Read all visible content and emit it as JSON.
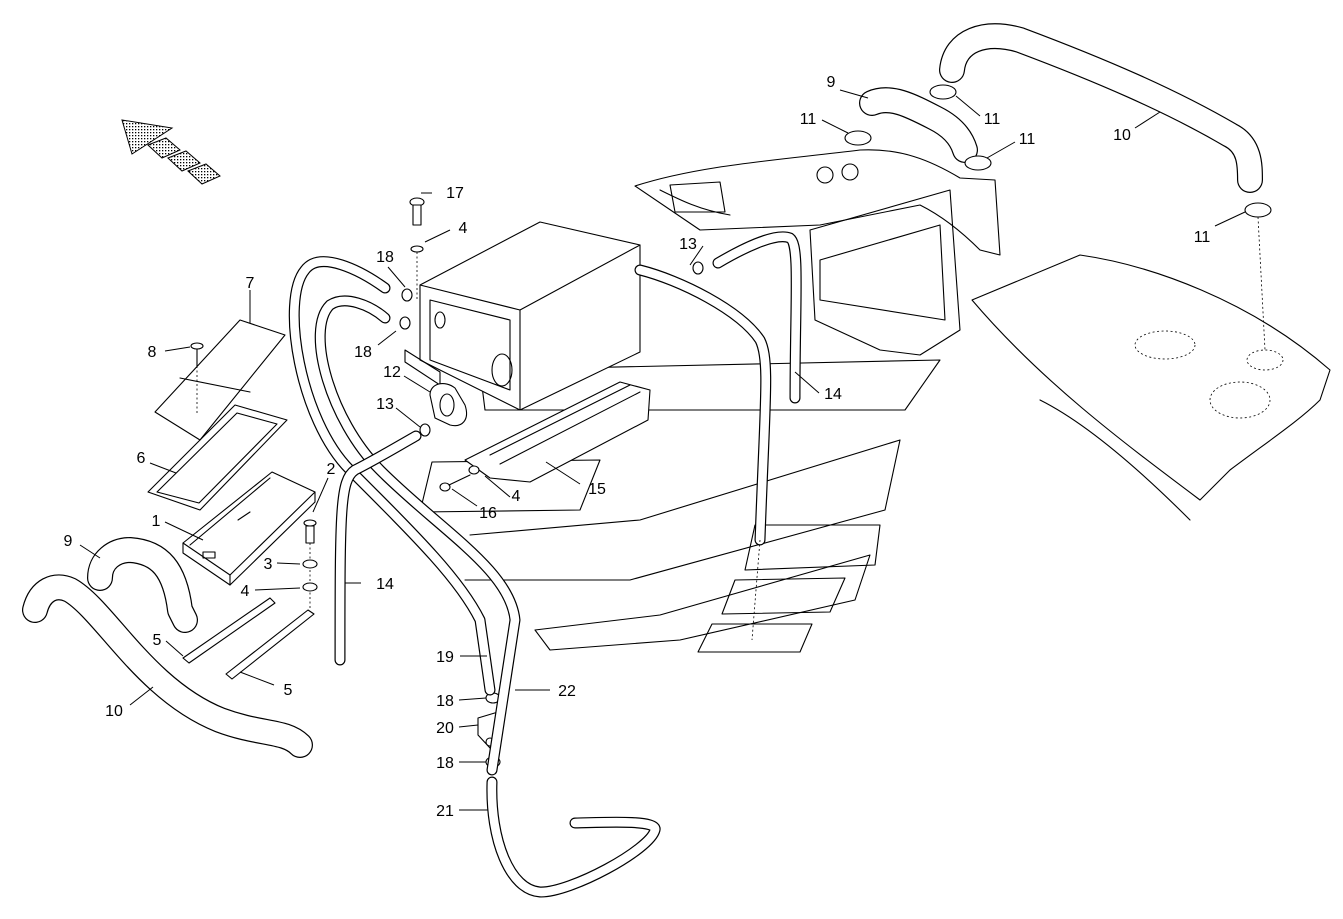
{
  "callouts": [
    "1",
    "2",
    "3",
    "4",
    "5",
    "6",
    "7",
    "8",
    "9",
    "10",
    "11",
    "12",
    "13",
    "14",
    "15",
    "16",
    "17",
    "18",
    "19",
    "20",
    "21",
    "22"
  ],
  "icons": {
    "direction_arrow": "direction-arrow-icon"
  }
}
